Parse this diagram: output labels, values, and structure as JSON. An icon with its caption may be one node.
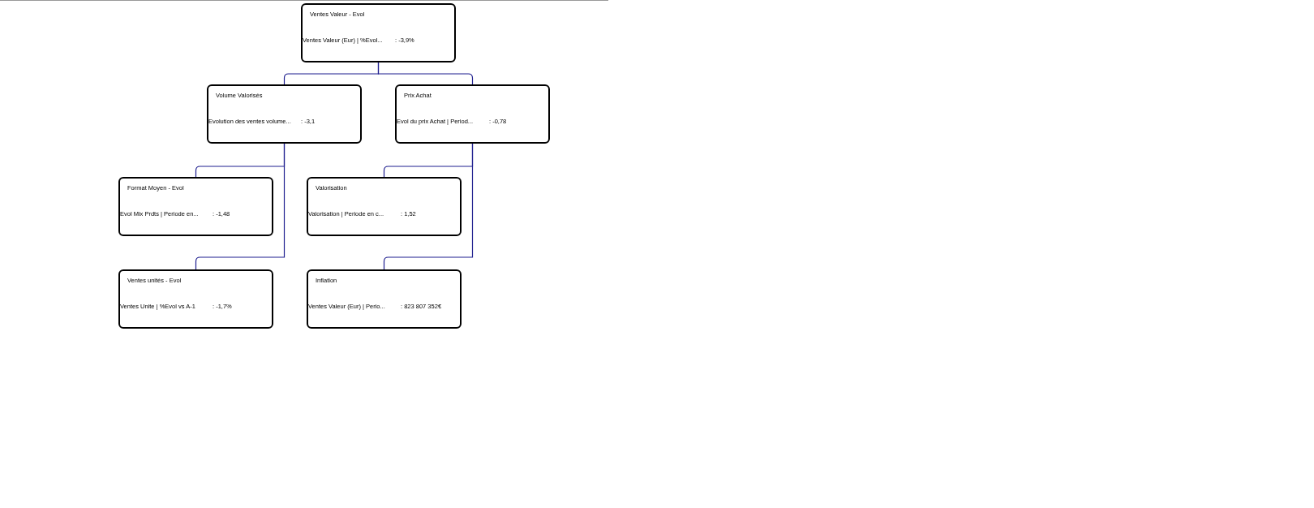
{
  "diagram": {
    "nodes": [
      {
        "text": [
          "Ventes Valeur - Evol",
          "Ventes Valeur (Eur) | %Evol...",
          ":  -3,9%"
        ]
      },
      {
        "text": [
          "Volume Valorisés",
          "Evolution des ventes volume...",
          ":  -3,1"
        ]
      },
      {
        "text": [
          "Prix Achat",
          "Evol du prix Achat | Period...",
          ":  -0,78"
        ]
      },
      {
        "text": [
          "Format Moyen - Evol",
          "Evol Mix Prdts | Periode en...",
          ":  -1,48"
        ]
      },
      {
        "text": [
          "Valorisation",
          "Valorisation | Periode en c...",
          ":  1,52"
        ]
      },
      {
        "text": [
          "Ventes unités - Evol",
          "Ventes Unite | %Evol vs A-1",
          ":  -1,7%"
        ]
      },
      {
        "text": [
          "Inflation",
          "Ventes Valeur (Eur) | Perio...",
          ":  823 807 352€"
        ]
      }
    ],
    "edges": [
      {
        "from": 0,
        "to": 1,
        "arrow": "none"
      },
      {
        "from": 0,
        "to": 2,
        "arrow": "none"
      },
      {
        "from": 1,
        "to": 3,
        "arrow": "none"
      },
      {
        "from": 1,
        "to": 5,
        "arrow": "none"
      },
      {
        "from": 2,
        "to": 4,
        "arrow": "none"
      },
      {
        "from": 2,
        "to": 6,
        "arrow": "none"
      }
    ]
  }
}
